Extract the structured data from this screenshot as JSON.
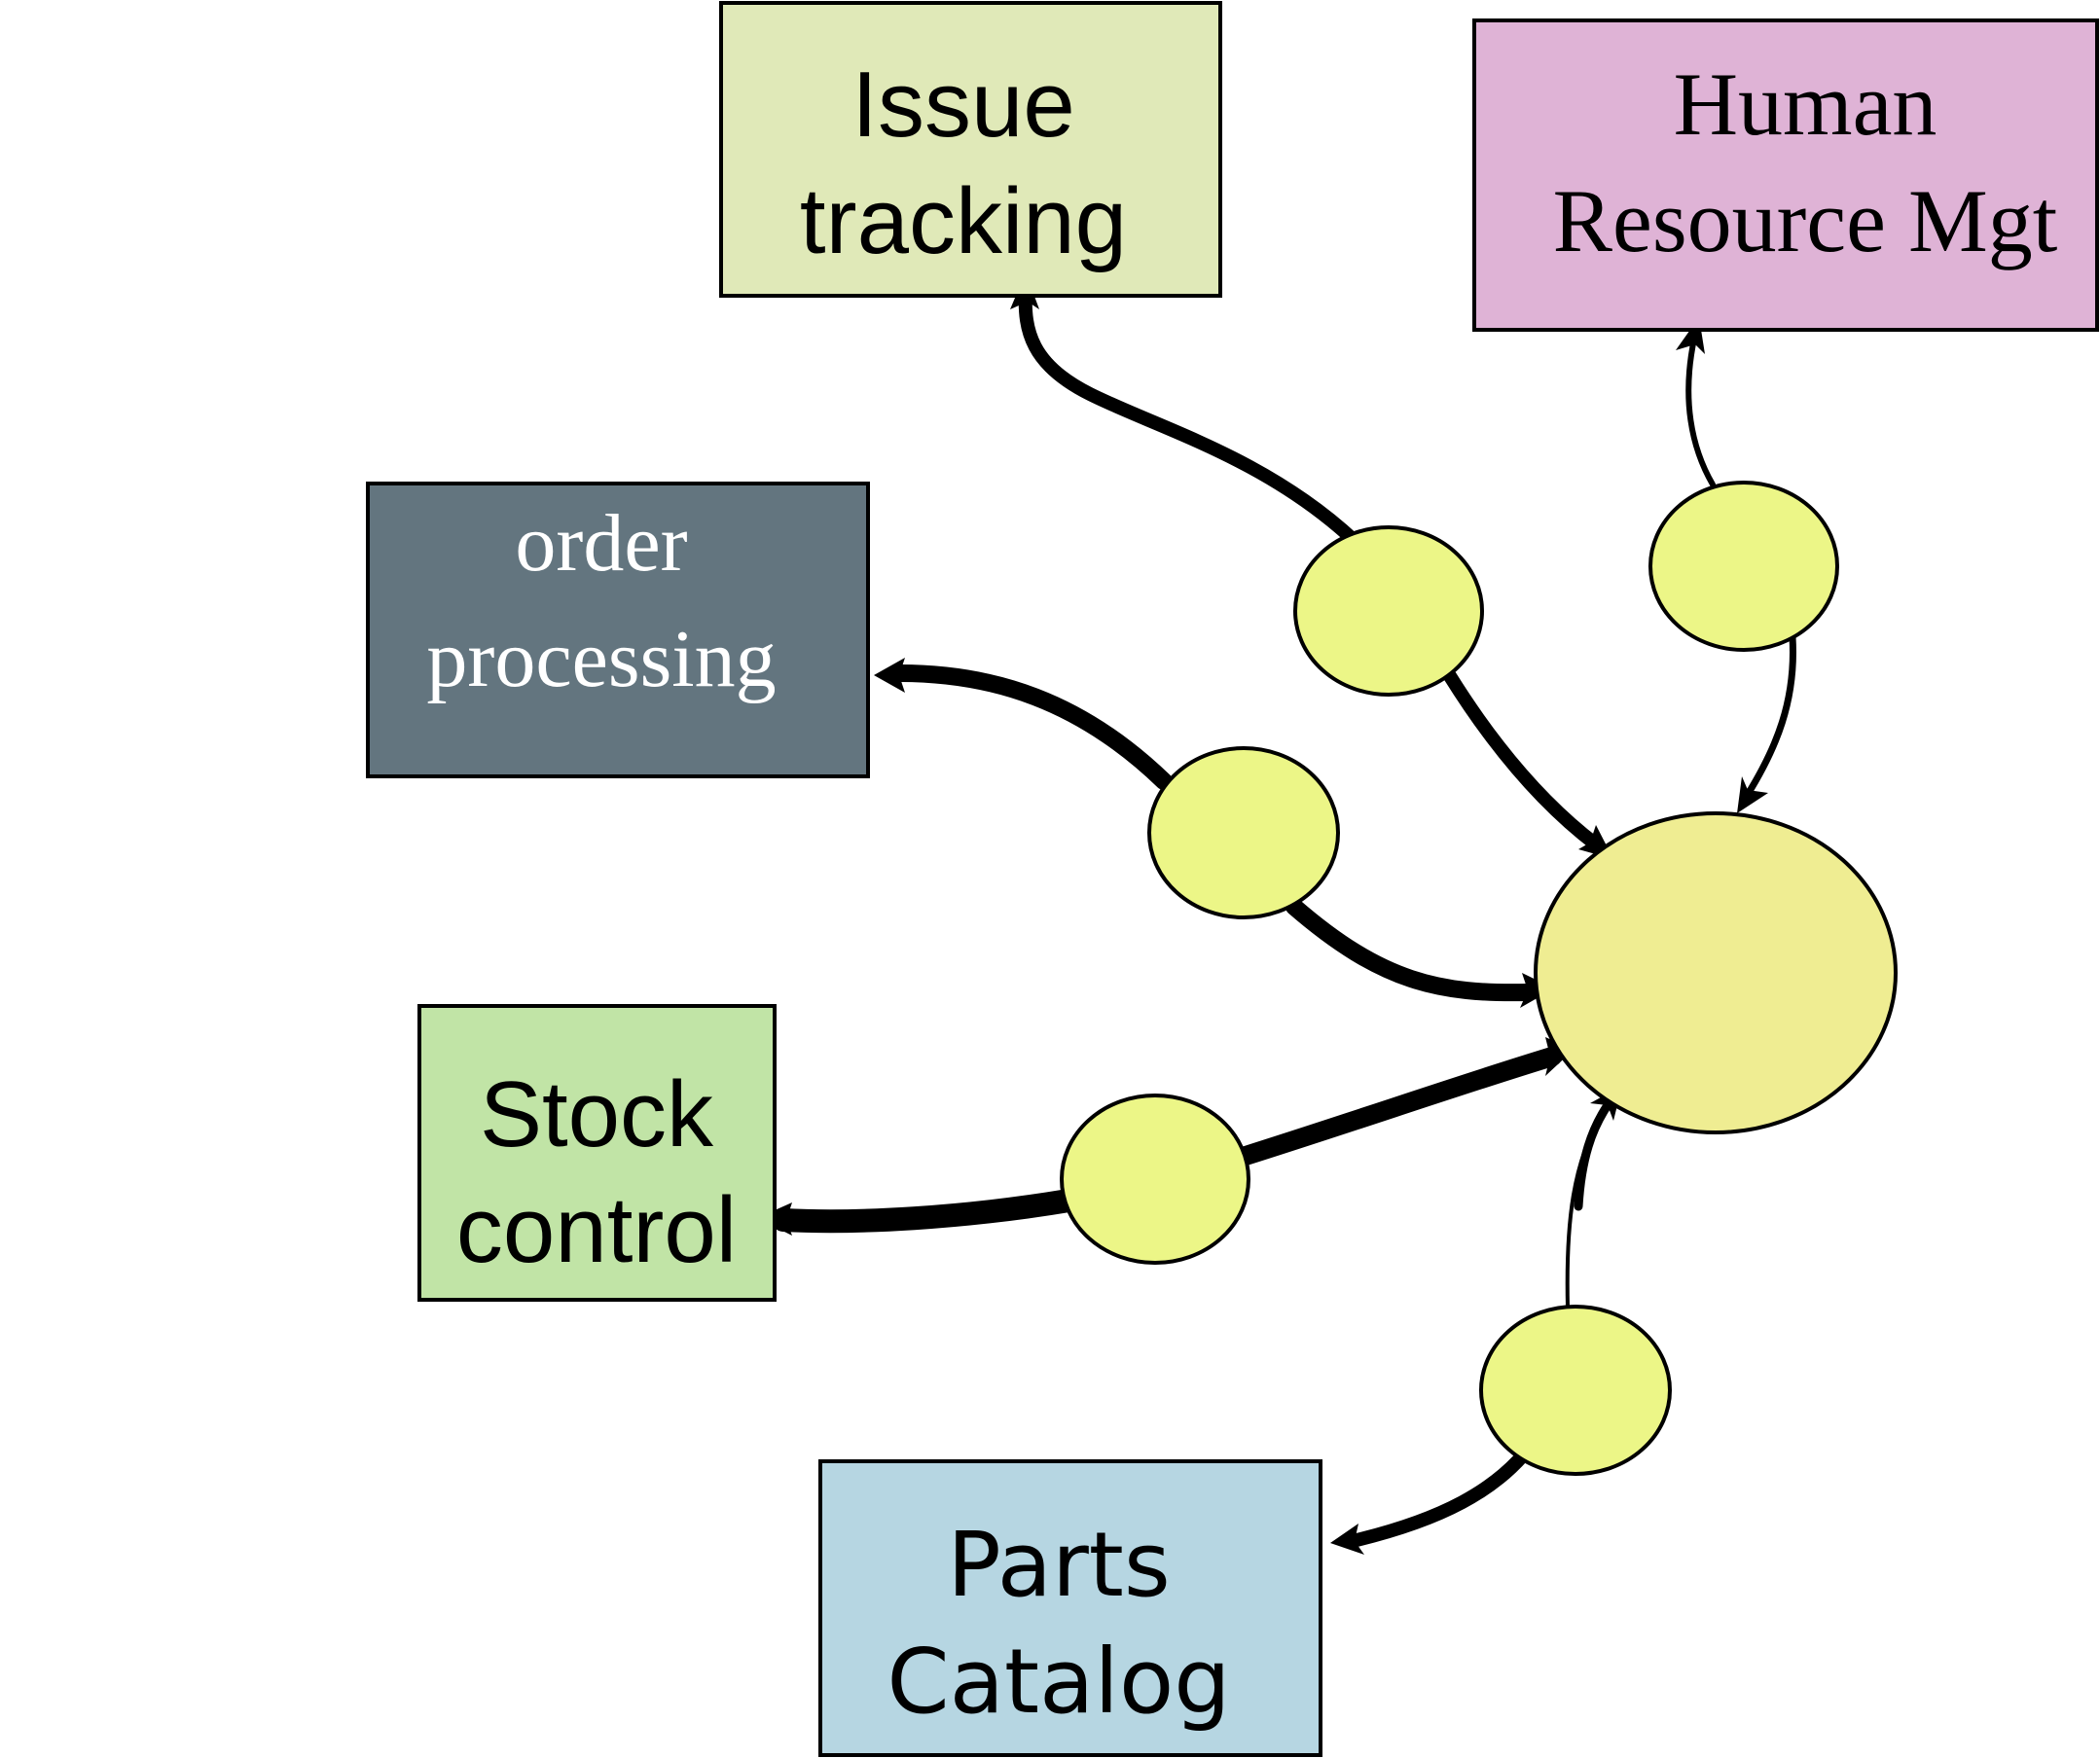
{
  "diagram": {
    "title": "",
    "description": "Systems connected via interface nodes to a central hub",
    "colors": {
      "issue_tracking_fill": "#e0e9b8",
      "human_resource_fill": "#dfb3d6",
      "order_processing_fill": "#63757f",
      "stock_control_fill": "#c1e4a6",
      "parts_catalog_fill": "#b6d6e2",
      "interface_node_fill": "#ecf687",
      "hub_fill": "#efed92",
      "edge_color": "#000000",
      "dark_text": "#000000",
      "light_text": "#ffffff"
    },
    "systems": [
      {
        "id": "issue-tracking",
        "lines": [
          "Issue",
          "tracking"
        ]
      },
      {
        "id": "human-resource-mgt",
        "lines": [
          "Human",
          "Resource Mgt"
        ]
      },
      {
        "id": "order-processing",
        "lines": [
          "order",
          "processing"
        ]
      },
      {
        "id": "stock-control",
        "lines": [
          "Stock",
          "control"
        ]
      },
      {
        "id": "parts-catalog",
        "lines": [
          "Parts",
          "Catalog"
        ]
      }
    ],
    "hub": {
      "id": "central-hub",
      "label": ""
    },
    "interface_nodes": [
      {
        "id": "issue-interface",
        "connects": "issue-tracking"
      },
      {
        "id": "hr-interface",
        "connects": "human-resource-mgt"
      },
      {
        "id": "order-interface",
        "connects": "order-processing"
      },
      {
        "id": "stock-interface",
        "connects": "stock-control"
      },
      {
        "id": "parts-interface",
        "connects": "parts-catalog"
      }
    ],
    "edges": [
      {
        "from": "issue-interface",
        "to": "issue-tracking",
        "weight": "heavy"
      },
      {
        "from": "issue-interface",
        "to": "central-hub",
        "weight": "heavy"
      },
      {
        "from": "hr-interface",
        "to": "human-resource-mgt",
        "weight": "light"
      },
      {
        "from": "hr-interface",
        "to": "central-hub",
        "weight": "light"
      },
      {
        "from": "order-interface",
        "to": "order-processing",
        "weight": "heavy"
      },
      {
        "from": "order-interface",
        "to": "central-hub",
        "weight": "heavy"
      },
      {
        "from": "stock-interface",
        "to": "stock-control",
        "weight": "heavy"
      },
      {
        "from": "stock-interface",
        "to": "central-hub",
        "weight": "heavy"
      },
      {
        "from": "parts-interface",
        "to": "parts-catalog",
        "weight": "heavy"
      },
      {
        "from": "parts-interface",
        "to": "central-hub",
        "weight": "light"
      }
    ]
  }
}
